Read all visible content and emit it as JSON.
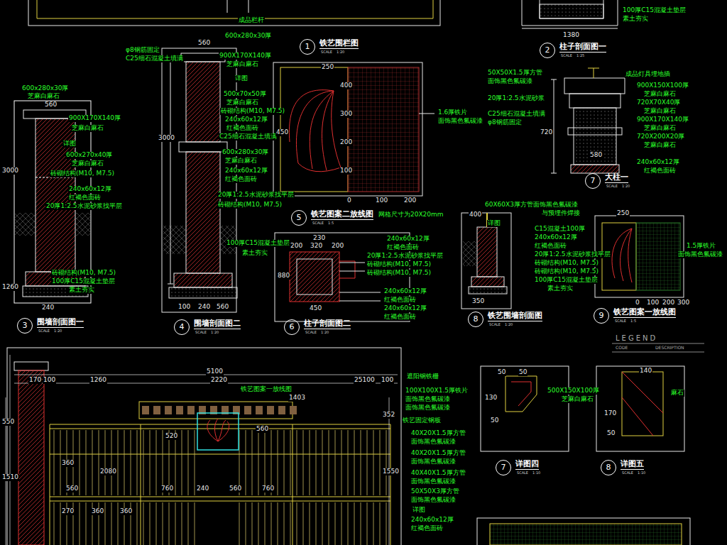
{
  "diagram": {
    "nodes": [
      {
        "text": [
          "1",
          "铁艺围栏图",
          "SCALE",
          "1:20"
        ]
      },
      {
        "text": [
          "2",
          "柱子剖面图一",
          "SCALE",
          "1:25"
        ]
      },
      {
        "text": [
          "3",
          "围墙剖面图一",
          "SCALE",
          "1:20"
        ]
      },
      {
        "text": [
          "4",
          "围墙剖面图二",
          "SCALE",
          "1:20"
        ]
      },
      {
        "text": [
          "5",
          "铁艺图案二放线图",
          "SCALE",
          "1:5"
        ]
      },
      {
        "text": [
          "6",
          "柱子剖面图二",
          "SCALE",
          "1:20"
        ]
      },
      {
        "text": [
          "7",
          "大柱一",
          "SCALE",
          "1:20"
        ]
      },
      {
        "text": [
          "8",
          "铁艺围墙剖面图",
          "SCALE",
          "1:20"
        ]
      },
      {
        "text": [
          "9",
          "铁艺图案一放线图",
          "SCALE",
          "1:5"
        ]
      },
      {
        "text": [
          "7",
          "详图四",
          "SCALE",
          "1:10"
        ]
      },
      {
        "text": [
          "8",
          "详图五",
          "SCALE",
          "1:10"
        ]
      }
    ],
    "labels": [
      "成品栏杆",
      "100厚C15混凝土垫层",
      "素土夯实",
      "1380",
      "600x280x30厚",
      "φ8钢筋固定",
      "C25细石混凝土填满",
      "560",
      "900X170X140厚",
      "芝麻白麻石",
      "详图",
      "500x70x50厚",
      "芝麻白麻石",
      "砖砌结构(M10, M7.5)",
      "240x60x12厚",
      "红褐色面砖",
      "C25细石混凝土填满",
      "600x280x30厚",
      "芝麻白麻石",
      "240x60x12厚",
      "红褐色面砖",
      "20厚1:2.5水泥砂浆找平层",
      "砖砌结构(M10, M7.5)",
      "100厚C15混凝土垫层",
      "素土夯实",
      "3000",
      "100",
      "240",
      "560",
      "600x280x30厚",
      "芝麻白麻石",
      "900X170X140厚",
      "芝麻白麻石",
      "详图",
      "600x270x40厚",
      "芝麻白麻石",
      "砖砌结构(M10, M7.5)",
      "240x60x12厚",
      "红褐色面砖",
      "20厚1:2.5水泥砂浆找平层",
      "砖砌结构(M10, M7.5)",
      "100厚C15混凝土垫层",
      "素土夯实",
      "560",
      "3000",
      "240",
      "1260",
      "250",
      "400",
      "300",
      "200",
      "100",
      "0",
      "100",
      "200",
      "1.6厚铁片",
      "面饰黑色氟碳漆",
      "450",
      "网格尺寸为20X20mm",
      "230",
      "200",
      "320",
      "200",
      "450",
      "880",
      "240x60x12厚",
      "红褐色面砖",
      "20厚1:2.5水泥砂浆找平层",
      "砖砌结构(M10, M7.5)",
      "砖砌结构(M10, M7.5)",
      "240x60x12厚",
      "红褐色面砖",
      "240x60x12厚",
      "红褐色面砖",
      "成品灯具埋地插",
      "50X50X1.5厚方管",
      "面饰黑色氟碳漆",
      "20厚1:2.5水泥砂浆",
      "C25细石混凝土填满",
      "φ8钢筋固定",
      "900X150X100厚",
      "芝麻白麻石",
      "720X70X40厚",
      "芝麻白麻石",
      "900X170X140厚",
      "芝麻白麻石",
      "720X200X20厚",
      "芝麻白麻石",
      "240x60x12厚",
      "红褐色面砖",
      "580",
      "720",
      "60X60X3厚方管面饰黑色氟碳漆",
      "与预埋件焊接",
      "详图",
      "C15混凝土100厚",
      "240x60x12厚",
      "红褐色面砖",
      "20厚1:2.5水泥砂浆找平层",
      "砖砌结构(M10, M7.5)",
      "砖砌结构(M10, M7.5)",
      "100厚C15混凝土垫层",
      "素土夯实",
      "400",
      "350",
      "250",
      "1.5厚铁片",
      "面饰黑色氟碳漆",
      "0",
      "100",
      "200",
      "300",
      "LEGEND",
      "CODE",
      "DESCRIPTION",
      "5100",
      "170",
      "100",
      "1260",
      "2220",
      "25100",
      "100",
      "铁艺图案一放线图",
      "1403",
      "遮阳钢铁栅",
      "100X100X1.5厚铁片",
      "面饰黑色氟碳漆",
      "面饰黑色氟碳漆",
      "铁艺固定钢板",
      "40X20X1.5厚方管",
      "面饰黑色氟碳漆",
      "40X20X1.5厚方管",
      "面饰黑色氟碳漆",
      "40X40X1.5厚方管",
      "面饰黑色氟碳漆",
      "50X50X3厚方管",
      "面饰黑色氟碳漆",
      "详图",
      "240x60x12厚",
      "红褐色面砖",
      "1510",
      "550",
      "520",
      "560",
      "360",
      "2080",
      "560",
      "760",
      "240",
      "560",
      "760",
      "270",
      "360",
      "360",
      "1550",
      "352",
      "50",
      "50",
      "130",
      "50",
      "500X150X100厚",
      "芝麻白麻石",
      "140",
      "170",
      "50",
      "麻石"
    ]
  }
}
